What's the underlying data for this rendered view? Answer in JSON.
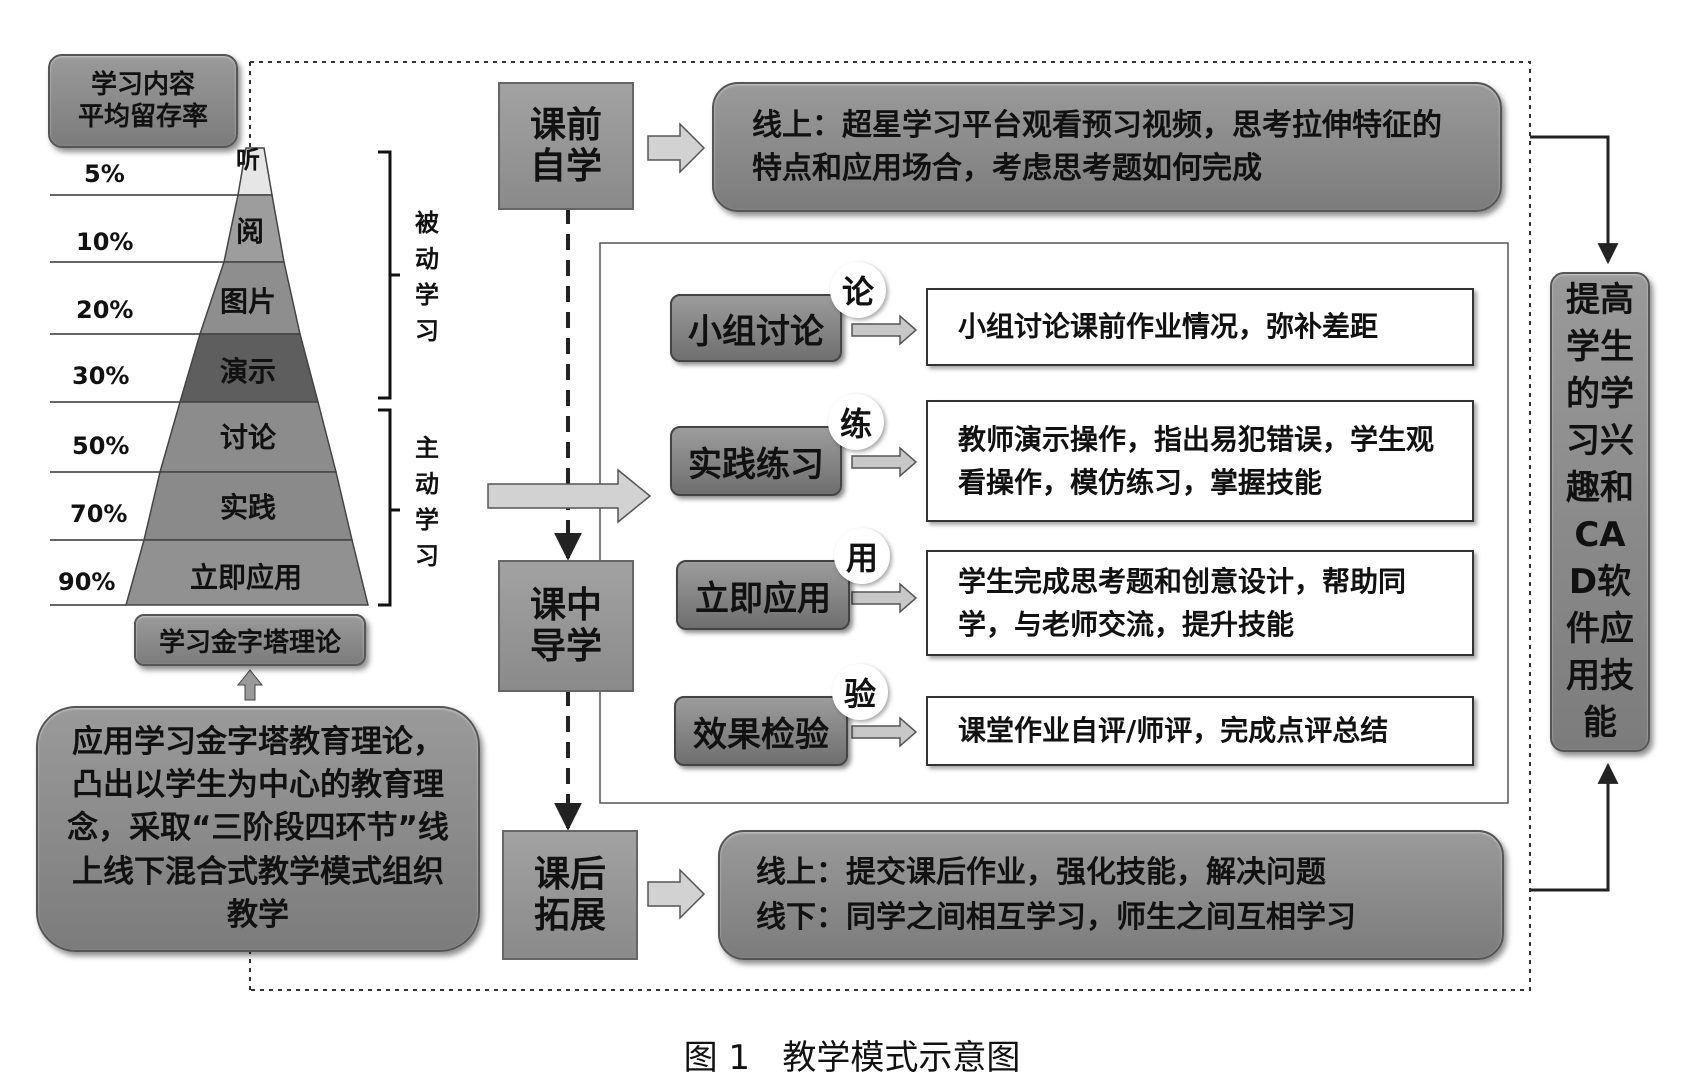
{
  "pyramid": {
    "header": "学习内容\n平均留存率",
    "levels": [
      {
        "label": "听",
        "pct": "5%"
      },
      {
        "label": "阅",
        "pct": "10%"
      },
      {
        "label": "图片",
        "pct": "20%"
      },
      {
        "label": "演示",
        "pct": "30%"
      },
      {
        "label": "讨论",
        "pct": "50%"
      },
      {
        "label": "实践",
        "pct": "70%"
      },
      {
        "label": "立即应用",
        "pct": "90%"
      }
    ],
    "passive_label": "被动学习",
    "active_label": "主动学习",
    "theory_label": "学习金字塔理论",
    "summary": "应用学习金字塔教育理论，凸出以学生为中心的教育理念，采取“三阶段四环节”线上线下混合式教学模式组织教学"
  },
  "stages": {
    "pre": {
      "label": "课前\n自学",
      "text": "线上：超星学习平台观看预习视频，思考拉伸特征的特点和应用场合，考虑思考题如何完成"
    },
    "mid": {
      "label": "课中\n导学"
    },
    "post": {
      "label": "课后\n拓展",
      "text": "线上：提交课后作业，强化技能，解决问题\n线下：同学之间相互学习，师生之间互相学习"
    }
  },
  "steps": [
    {
      "name": "小组讨论",
      "badge": "论",
      "text": "小组讨论课前作业情况，弥补差距"
    },
    {
      "name": "实践练习",
      "badge": "练",
      "text": "教师演示操作，指出易犯错误，学生观看操作，模仿练习，掌握技能"
    },
    {
      "name": "立即应用",
      "badge": "用",
      "text": "学生完成思考题和创意设计，帮助同学，与老师交流，提升技能"
    },
    {
      "name": "效果检验",
      "badge": "验",
      "text": "课堂作业自评/师评，完成点评总结"
    }
  ],
  "goal": "提高学生的学习兴趣和CAD软件应用技能",
  "caption": "图 1   教学模式示意图",
  "colors": {
    "box_gray": "#8a8a8a",
    "pyramid_dark": "#6a6a6a",
    "border": "#444444"
  }
}
